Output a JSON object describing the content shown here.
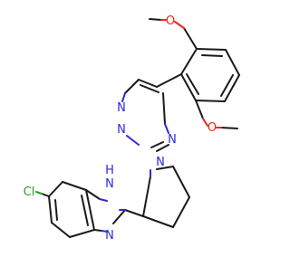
{
  "molecule": {
    "atoms": {
      "o_top": "O",
      "o_bottom": "O",
      "n_triazine_1": "N",
      "n_triazine_2": "N",
      "n_triazine_3": "N",
      "n_pyrrolidine": "N",
      "nh_imidazole": "H",
      "n_imidazole_nh": "N",
      "n_imidazole": "N",
      "chlorine": "Cl"
    },
    "colors": {
      "bond": "#1a1a1a",
      "oxygen": "#e8291c",
      "nitrogen": "#2a2adf",
      "chlorine": "#22a022"
    }
  }
}
